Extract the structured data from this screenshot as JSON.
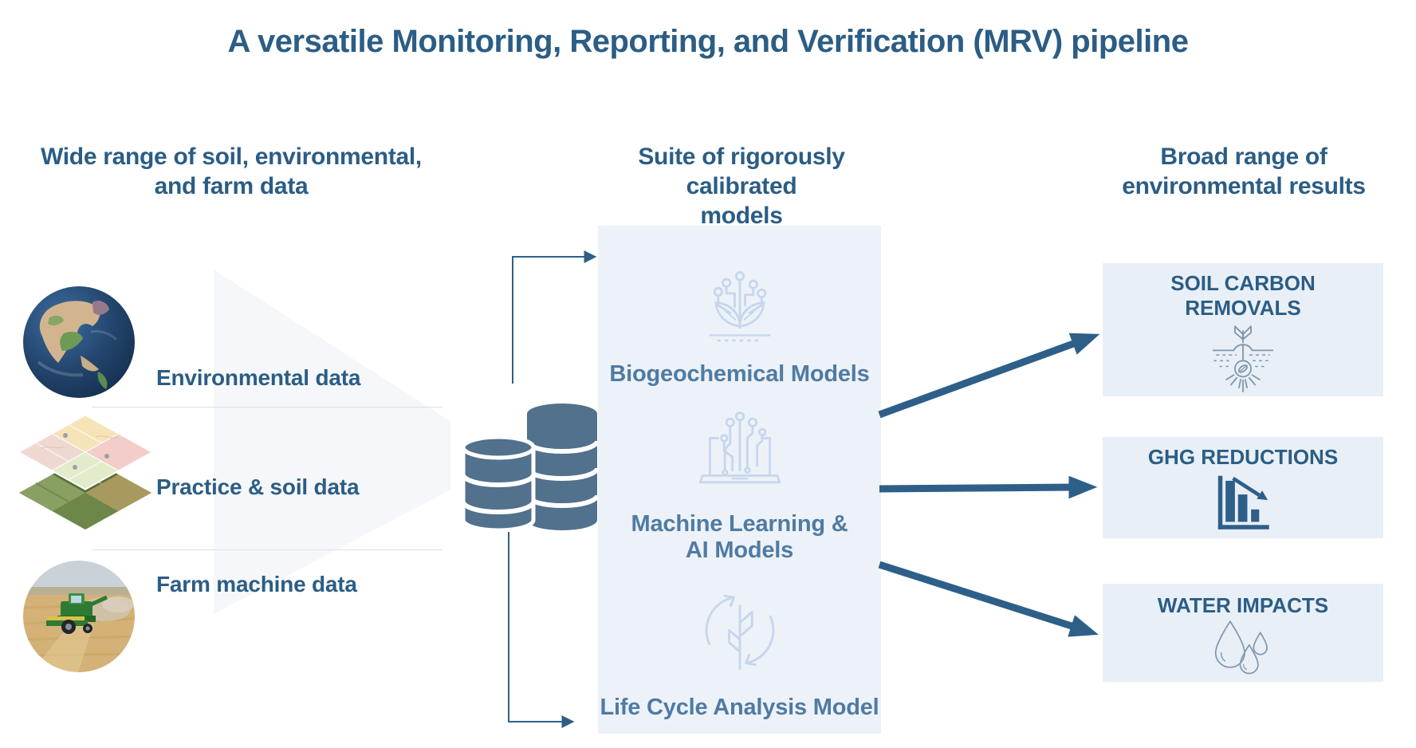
{
  "title": "A versatile Monitoring, Reporting, and Verification (MRV) pipeline",
  "inputs": {
    "header_lines": [
      "Wide range of soil, environmental,",
      "and farm data"
    ],
    "items": [
      {
        "label": "Environmental data",
        "image": "earth-globe-image"
      },
      {
        "label": "Practice & soil data",
        "image": "field-map-layers-image"
      },
      {
        "label": "Farm machine data",
        "image": "combine-harvester-image"
      }
    ]
  },
  "models": {
    "header_lines": [
      "Suite of rigorously calibrated",
      "models"
    ],
    "items": [
      {
        "label": "Biogeochemical Models",
        "icon": "plant-circuit-icon"
      },
      {
        "label": "Machine Learning & AI Models",
        "icon": "laptop-circuit-icon"
      },
      {
        "label": "Life Cycle Analysis Model",
        "icon": "lifecycle-arrows-icon"
      }
    ]
  },
  "results": {
    "header_lines": [
      "Broad range of",
      "environmental results"
    ],
    "items": [
      {
        "label": "SOIL CARBON REMOVALS",
        "icon": "soil-carbon-icon"
      },
      {
        "label": "GHG REDUCTIONS",
        "icon": "ghg-bar-chart-icon"
      },
      {
        "label": "WATER IMPACTS",
        "icon": "water-droplets-icon"
      }
    ]
  },
  "database_icon": "database-stack-icon",
  "colors": {
    "heading": "#2b5d85",
    "model_label": "#4f7ba3",
    "panel_bg": "#edf2f9",
    "box_bg": "#e9eff6",
    "arrow": "#2e5f88",
    "database": "#51718c",
    "model_icon": "#c7d6ec",
    "result_icon": "#7e96ae"
  }
}
